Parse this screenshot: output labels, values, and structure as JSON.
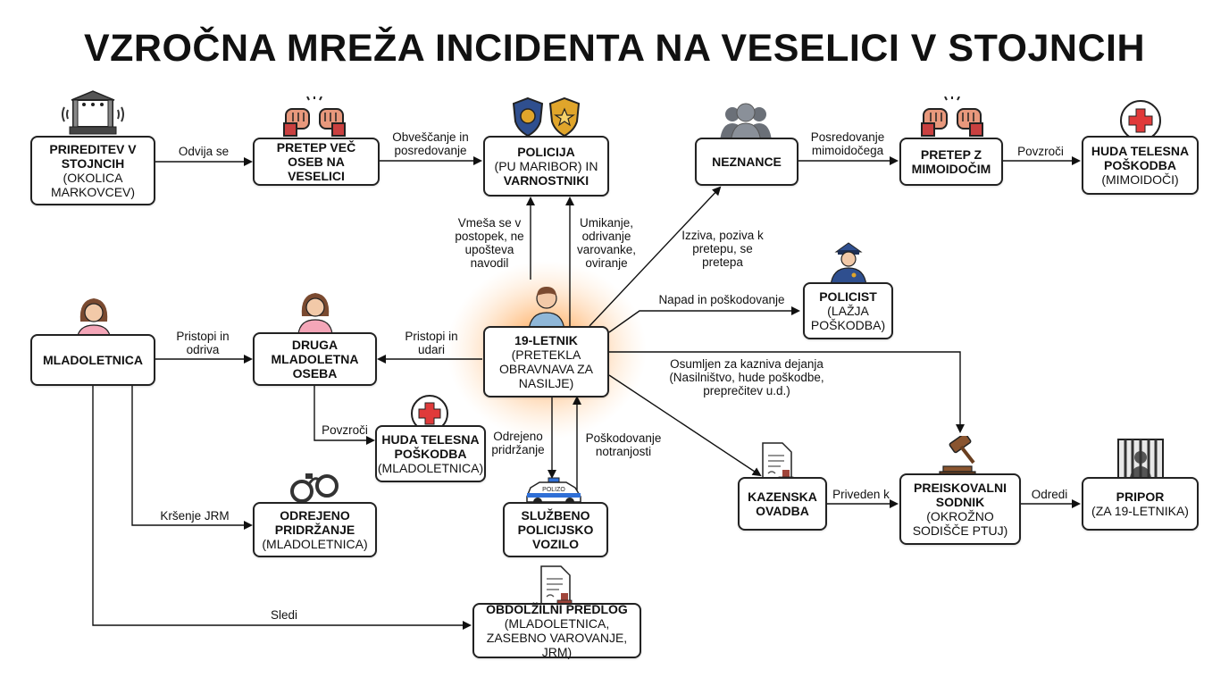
{
  "title": "VZROČNA MREŽA INCIDENTA NA VESELICI V STOJNCIH",
  "nodes": {
    "prireditev": {
      "bold": "PRIREDITEV V STOJNCIH",
      "sub": "(OKOLICA MARKOVCEV)"
    },
    "pretep_vec": {
      "bold": "PRETEP VEČ OSEB NA VESELICI",
      "sub": ""
    },
    "policija": {
      "bold": "POLICIJA",
      "sub": "(PU MARIBOR) IN",
      "bold2": "VARNOSTNIKI"
    },
    "neznance": {
      "bold": "NEZNANCE",
      "sub": ""
    },
    "pretep_mimo": {
      "bold": "PRETEP Z MIMOIDOČIM",
      "sub": ""
    },
    "huda_mimo": {
      "bold": "HUDA TELESNA POŠKODBA",
      "sub": "(MIMOIDOČI)"
    },
    "mladoletnica": {
      "bold": "MLADOLETNICA",
      "sub": ""
    },
    "druga": {
      "bold": "DRUGA MLADOLETNA OSEBA",
      "sub": ""
    },
    "letnik": {
      "bold": "19-LETNIK",
      "sub": "(PRETEKLA OBRAVNAVA ZA NASILJE)"
    },
    "policist": {
      "bold": "POLICIST",
      "sub": "(LAŽJA POŠKODBA)"
    },
    "huda_mlad": {
      "bold": "HUDA TELESNA POŠKODBA",
      "sub": "(MLADOLETNICA)"
    },
    "pridrzanje": {
      "bold": "ODREJENO PRIDRŽANJE",
      "sub": "(MLADOLETNICA)"
    },
    "vozilo": {
      "bold": "SLUŽBENO POLICIJSKO VOZILO",
      "sub": ""
    },
    "ovadba": {
      "bold": "KAZENSKA OVADBA",
      "sub": ""
    },
    "sodnik": {
      "bold": "PREISKOVALNI SODNIK",
      "sub": "(OKROŽNO SODIŠČE PTUJ)"
    },
    "pripor": {
      "bold": "PRIPOR",
      "sub": "(ZA 19-LETNIKA)"
    },
    "predlog": {
      "bold": "OBDOLŽILNI PREDLOG",
      "sub": "(MLADOLETNICA, ZASEBNO VAROVANJE, JRM)"
    }
  },
  "edges": {
    "odvija": "Odvija se",
    "obvescanje": "Obveščanje in posredovanje",
    "posredovanje_mimo": "Posredovanje mimoidočega",
    "povzroci_1": "Povzroči",
    "vmesa": "Vmeša se v postopek, ne upošteva navodil",
    "umikanje": "Umikanje, odrivanje varovanke, oviranje",
    "izziva": "Izziva, poziva k pretepu, se pretepa",
    "napad": "Napad in poškodovanje",
    "pristopi_odriva": "Pristopi in odriva",
    "pristopi_udari": "Pristopi in udari",
    "osumljen": "Osumljen za kazniva dejanja (Nasilništvo, hude poškodbe, preprečitev u.d.)",
    "povzroci_2": "Povzroči",
    "odrejeno": "Odrejeno pridržanje",
    "poskodovanje": "Poškodovanje notranjosti",
    "krsenje": "Kršenje JRM",
    "priveden": "Priveden k",
    "odredi": "Odredi",
    "sledi": "Sledi"
  },
  "car_text": "POLIZO",
  "icons": [
    "stage-icon",
    "fists-icon",
    "police-badge-icon",
    "sheriff-badge-icon",
    "crowd-icon",
    "fists-icon",
    "medical-cross-icon",
    "woman-icon",
    "woman-icon",
    "man-icon",
    "police-officer-icon",
    "medical-cross-icon",
    "handcuffs-icon",
    "police-car-icon",
    "document-stamp-icon",
    "gavel-icon",
    "jail-icon",
    "document-stamp-icon"
  ],
  "colors": {
    "glow": "#ff8a1f",
    "medical": "#e03a3a",
    "badge_blue": "#2f4f8f",
    "badge_gold": "#e0a52b",
    "skin": "#f2c9a8",
    "hair_woman": "#7a4a30",
    "shirt_woman": "#f4a6b8",
    "shirt_man": "#8fb7d8"
  }
}
